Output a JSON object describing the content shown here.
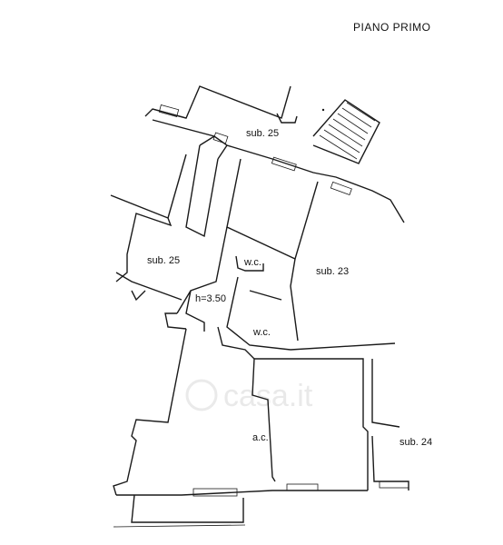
{
  "title": "PIANO PRIMO",
  "rooms": {
    "sub25_top": "sub. 25",
    "sub25_left": "sub. 25",
    "sub23": "sub. 23",
    "wc_upper": "w.c.",
    "wc_lower": "w.c.",
    "height": "h=3.50",
    "ac": "a.c.",
    "sub24": "sub. 24"
  },
  "watermark": "casa.it",
  "colors": {
    "line": "#1a1a1a",
    "background": "#ffffff",
    "watermark": "#d8d8d8"
  }
}
